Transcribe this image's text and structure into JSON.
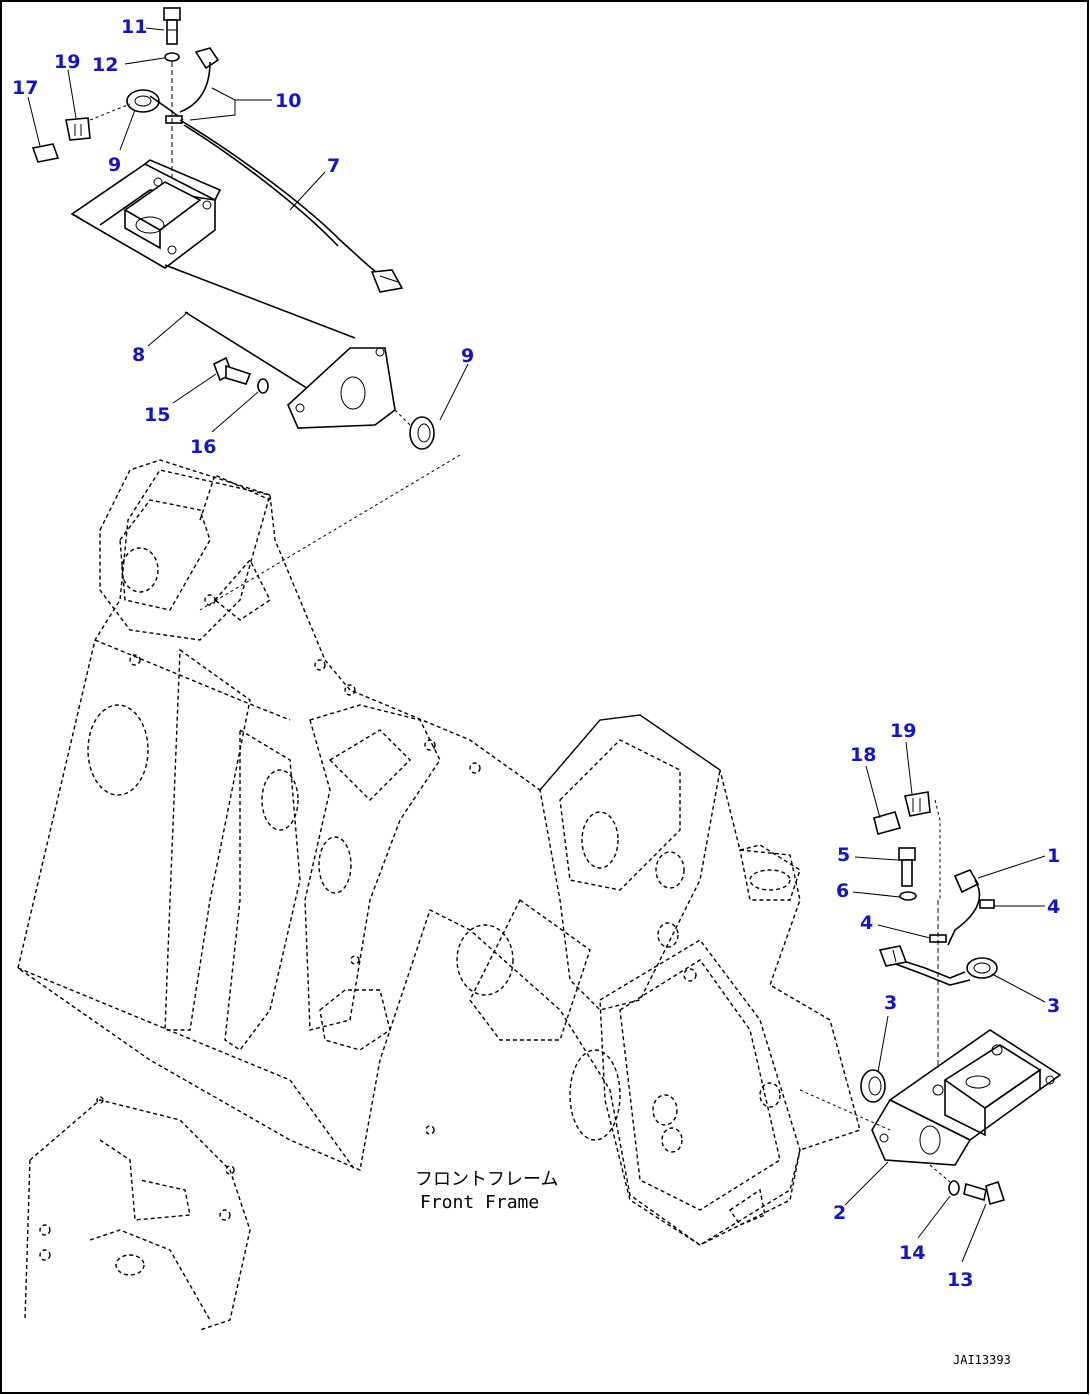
{
  "callouts": [
    {
      "id": "c11a",
      "label": "11"
    },
    {
      "id": "c12",
      "label": "12"
    },
    {
      "id": "c19a",
      "label": "19"
    },
    {
      "id": "c17",
      "label": "17"
    },
    {
      "id": "c10",
      "label": "10"
    },
    {
      "id": "c9a",
      "label": "9"
    },
    {
      "id": "c7",
      "label": "7"
    },
    {
      "id": "c8",
      "label": "8"
    },
    {
      "id": "c9b",
      "label": "9"
    },
    {
      "id": "c15",
      "label": "15"
    },
    {
      "id": "c16",
      "label": "16"
    },
    {
      "id": "c19b",
      "label": "19"
    },
    {
      "id": "c18",
      "label": "18"
    },
    {
      "id": "c1",
      "label": "1"
    },
    {
      "id": "c5",
      "label": "5"
    },
    {
      "id": "c6",
      "label": "6"
    },
    {
      "id": "c4a",
      "label": "4"
    },
    {
      "id": "c4b",
      "label": "4"
    },
    {
      "id": "c3a",
      "label": "3"
    },
    {
      "id": "c3b",
      "label": "3"
    },
    {
      "id": "c2",
      "label": "2"
    },
    {
      "id": "c14",
      "label": "14"
    },
    {
      "id": "c13",
      "label": "13"
    }
  ],
  "frame_label": {
    "jp": "フロントフレーム",
    "en": "Front Frame"
  },
  "drawing_code": "JAI13393"
}
